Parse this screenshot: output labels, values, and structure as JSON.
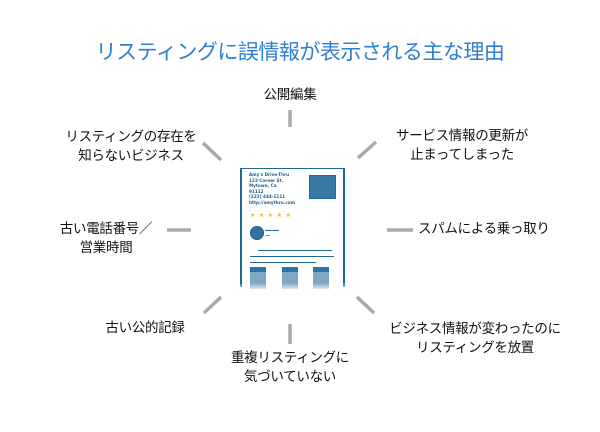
{
  "title": "リスティングに誤情報が表示される主な理由",
  "colors": {
    "title": "#2f7fd0",
    "spoke": "#a9a9a9",
    "card_accent": "#1f6a94",
    "star": "#f2b61e"
  },
  "center_card": {
    "business_name": "Amy's Drive-Thru",
    "address_line1": "123 Corner St.",
    "address_line2": "Mytown, Ca",
    "zip": "91112",
    "phone": "(222) 444-1111",
    "website": "http://amythru.com",
    "stars": "★★★★★",
    "icons": [
      "photo-placeholder",
      "star-rating",
      "avatar",
      "thumbnail"
    ]
  },
  "reasons": [
    {
      "position": "top",
      "lines": [
        "公開編集"
      ]
    },
    {
      "position": "top-right",
      "lines": [
        "サービス情報の更新が",
        "止まってしまった"
      ]
    },
    {
      "position": "right",
      "lines": [
        "スパムによる乗っ取り"
      ]
    },
    {
      "position": "bottom-right",
      "lines": [
        "ビジネス情報が変わったのに",
        "リスティングを放置"
      ]
    },
    {
      "position": "bottom",
      "lines": [
        "重複リスティングに",
        "気づいていない"
      ]
    },
    {
      "position": "bottom-left",
      "lines": [
        "古い公的記録"
      ]
    },
    {
      "position": "left",
      "lines": [
        "古い電話番号／",
        "営業時間"
      ]
    },
    {
      "position": "top-left",
      "lines": [
        "リスティングの存在を",
        "知らないビジネス"
      ]
    }
  ]
}
